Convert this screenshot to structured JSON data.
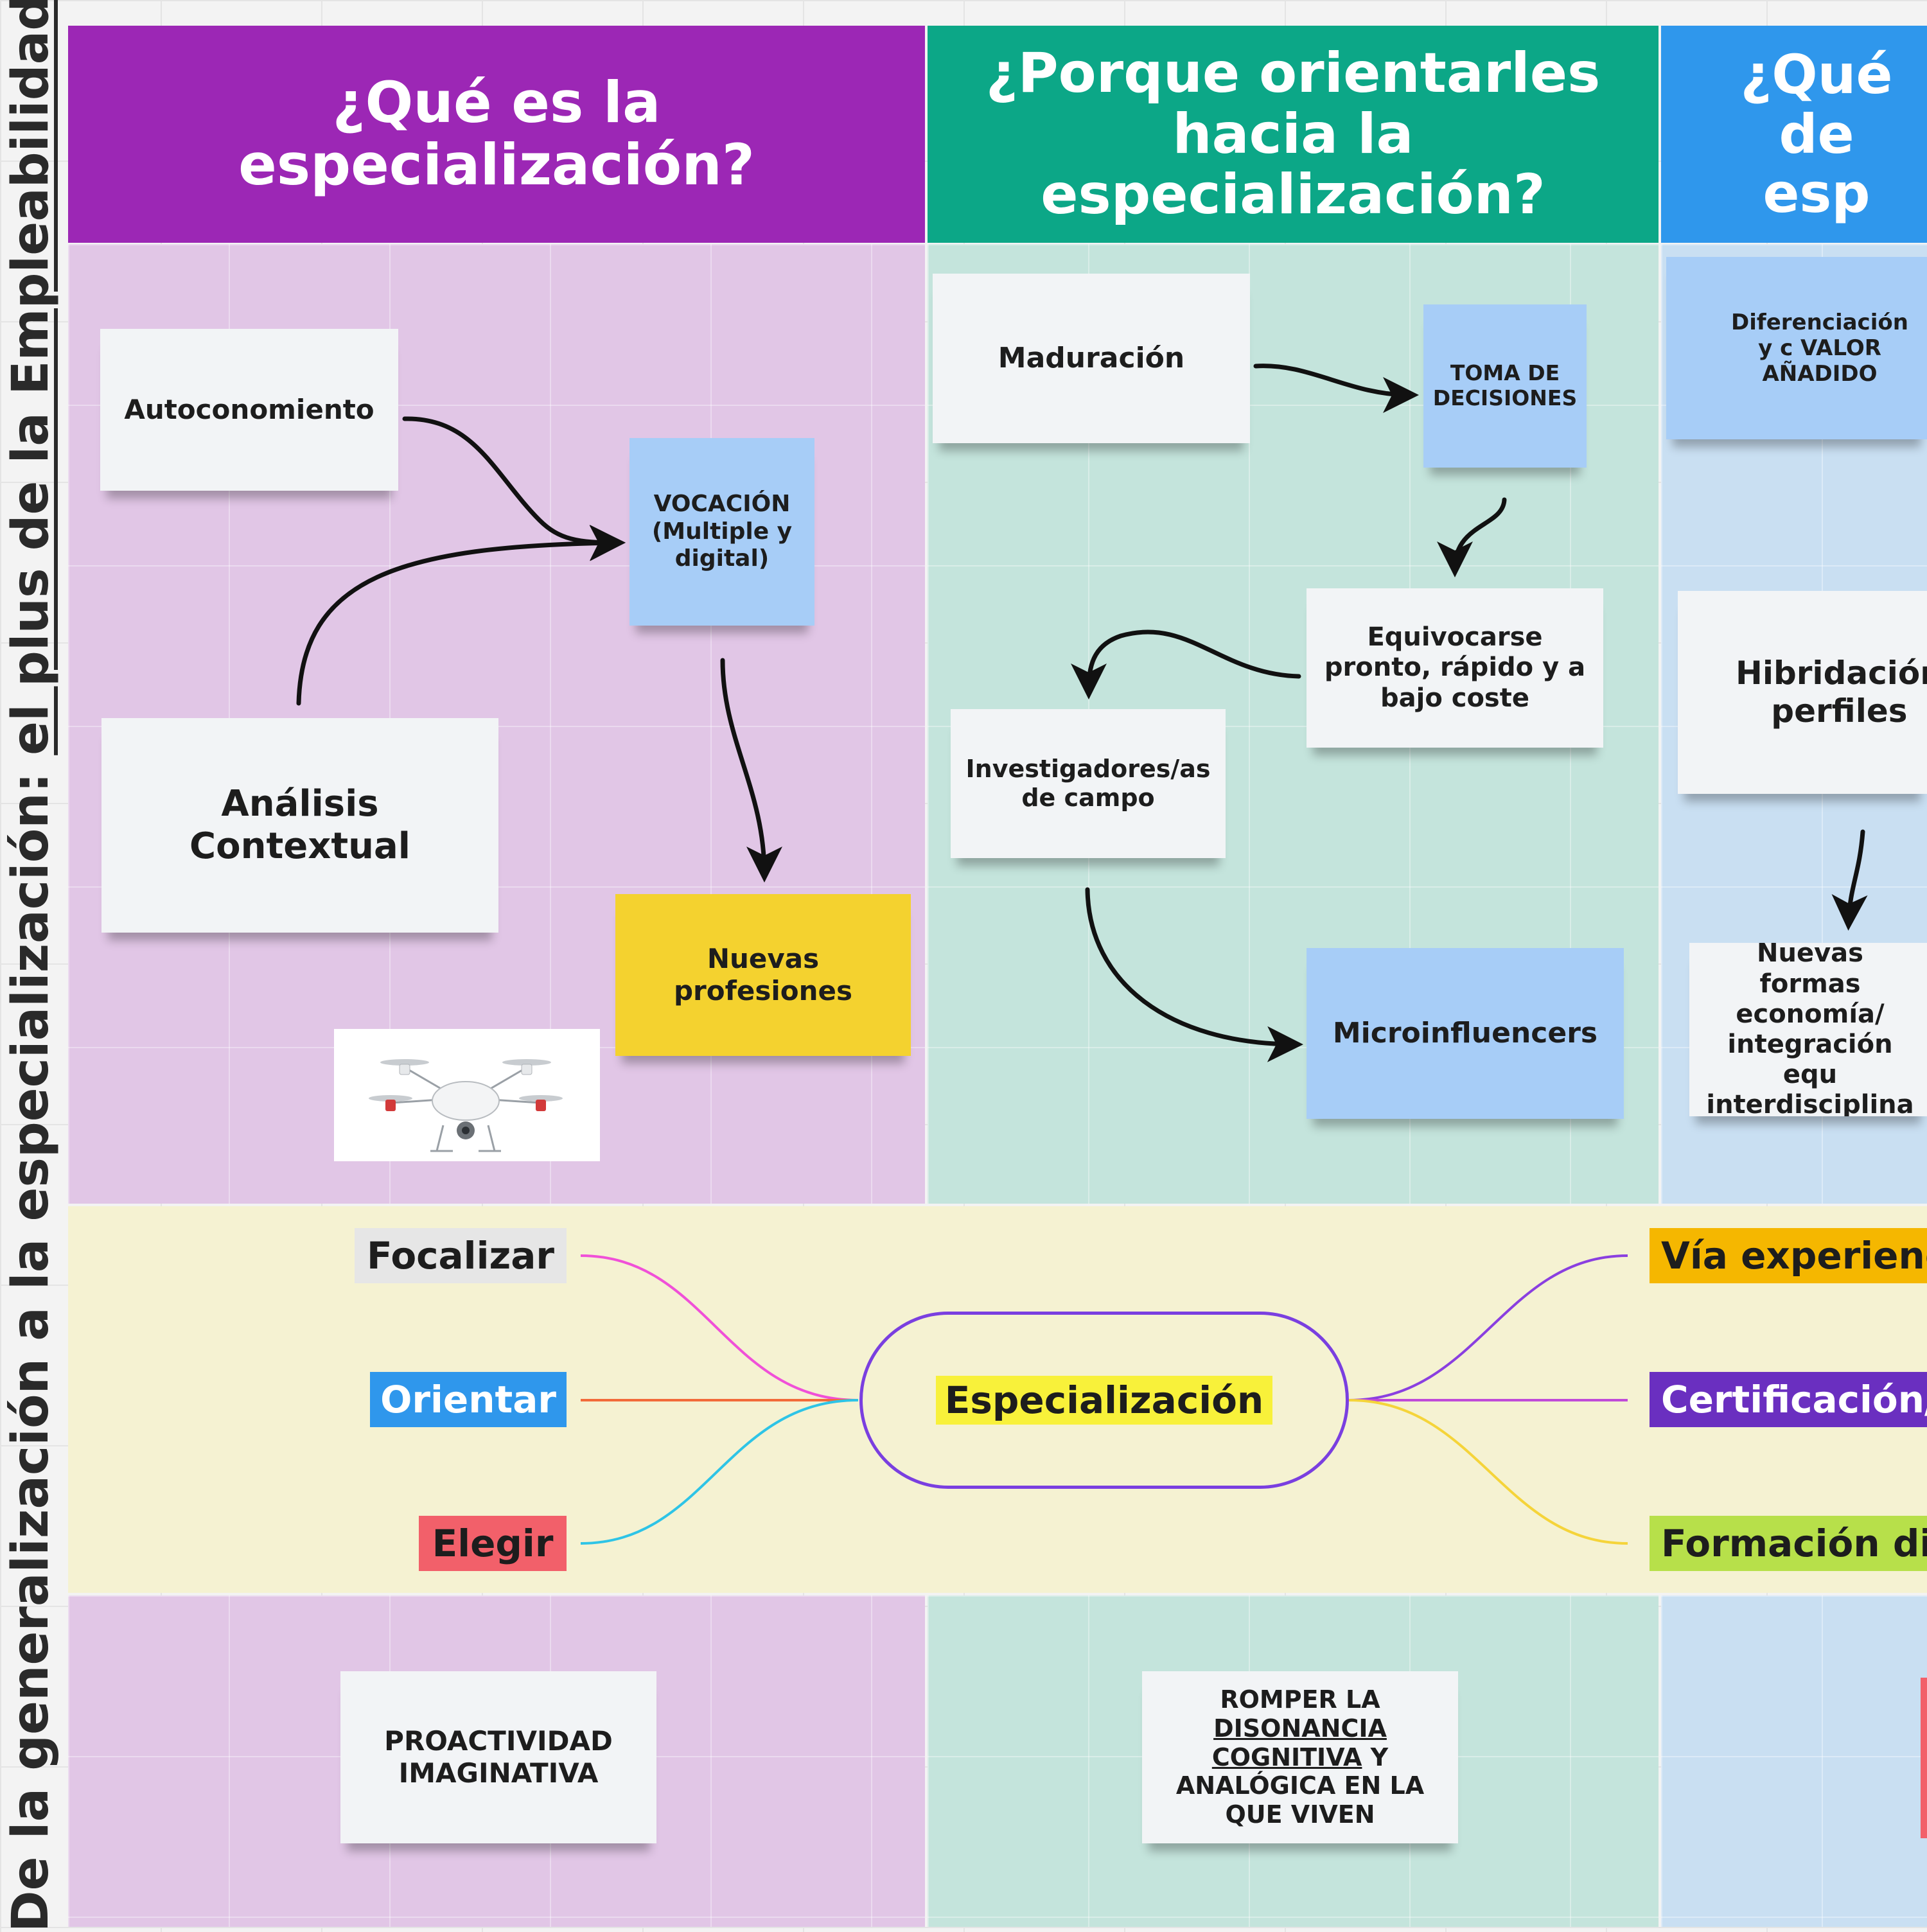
{
  "side_title": {
    "prefix": "De la generalización a la especialización: ",
    "underlined": "el plus de la Empleabilidad"
  },
  "columns": [
    {
      "title": "¿Qué es la especialización?",
      "header_color": "#9c27b5",
      "bg_color": "#e1c6e6"
    },
    {
      "title": "¿Porque orientarles hacia la especialización?",
      "header_color": "#0ca787",
      "bg_color": "#c4e4dc"
    },
    {
      "title": "¿Qué de esp",
      "header_color": "#2f97ec",
      "bg_color": "#c9dff2"
    }
  ],
  "notes": {
    "autoconomiento": "Autoconomiento",
    "vocacion": "VOCACIÓN (Multiple y digital)",
    "analisis": "Análisis Contextual",
    "nuevas_profesiones": "Nuevas profesiones",
    "maduracion": "Maduración",
    "toma_decisiones": "TOMA DE DECISIONES",
    "equivocarse": "Equivocarse pronto, rápido y a bajo coste",
    "investigadores": "Investigadores/as de campo",
    "microinfluencers": "Microinfluencers",
    "diferenciacion": "Diferenciación y c VALOR AÑADIDO",
    "hibridacion": "Hibridación perfiles",
    "nuevas_formas": "Nuevas formas economía/ integración equ interdisciplina",
    "proactividad": "PROACTIVIDAD IMAGINATIVA",
    "romper_1": "ROMPER LA ",
    "romper_u1": "DISONANCIA COGNITIVA",
    "romper_2": " Y ANALÓGICA EN LA QUE VIVEN"
  },
  "mindmap": {
    "center": "Especialización",
    "left": [
      {
        "label": "Focalizar",
        "bg": "#e6e6e6",
        "color": "#1d1d1d",
        "line": "#f050d8"
      },
      {
        "label": "Orientar",
        "bg": "#2f97ec",
        "color": "#ffffff",
        "line": "#f26b3a"
      },
      {
        "label": "Elegir",
        "bg": "#f2606a",
        "color": "#1d1d1d",
        "line": "#2ec4e6"
      }
    ],
    "right": [
      {
        "label": "Vía experienci",
        "bg": "#f5b700",
        "color": "#1d1d1d",
        "line": "#8a3fe0"
      },
      {
        "label": "Certificación/c",
        "bg": "#6a2fc0",
        "color": "#ffffff",
        "line": "#c04ad8"
      },
      {
        "label": "Formación dig",
        "bg": "#b7e04a",
        "color": "#1d1d1d",
        "line": "#f5d43a"
      }
    ],
    "band_color": "#f5f2d2",
    "center_highlight": "#f8f13a",
    "center_border": "#7a3fe0"
  },
  "image": {
    "alt": "drone"
  }
}
